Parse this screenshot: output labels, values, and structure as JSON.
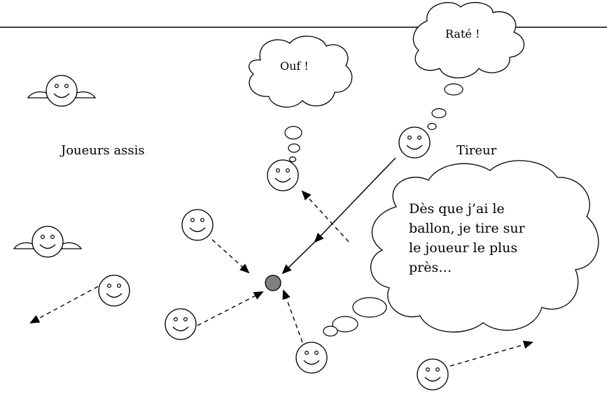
{
  "labels": {
    "seated_players": "Joueurs assis",
    "shooter": "Tireur"
  },
  "thoughts": {
    "ouf": "Ouf !",
    "rate": "Raté !",
    "strategy": [
      "Dès que j’ai  le",
      "ballon, je tire sur",
      "le joueur le plus",
      "près…"
    ]
  },
  "colors": {
    "stroke": "#000000",
    "ball": "#808080",
    "background": "#ffffff"
  },
  "icons": [
    "smiley-face-icon",
    "seated-player-icon",
    "ball-icon",
    "thought-bubble-icon"
  ]
}
